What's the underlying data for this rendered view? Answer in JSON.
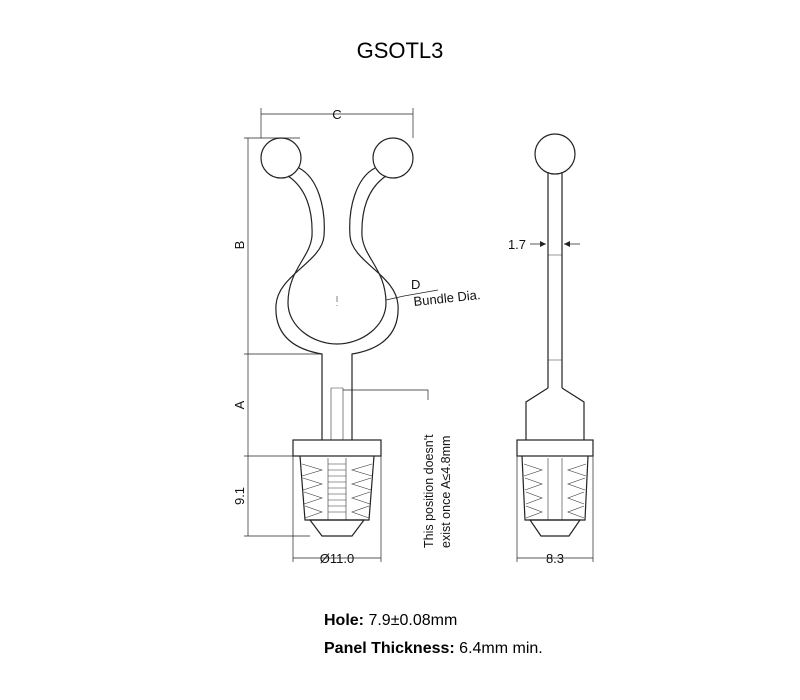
{
  "title": "GSOTL3",
  "dimensions": {
    "c": "C",
    "b": "B",
    "a": "A",
    "d": "D",
    "bundle": "Bundle Dia.",
    "height_91": "9.1",
    "dia_110": "Ø11.0",
    "thick_17": "1.7",
    "width_83": "8.3"
  },
  "note": {
    "line1": "This position doesn't",
    "line2": "exist once  A≤4.8mm"
  },
  "specs": {
    "hole_label": "Hole:",
    "hole_value": " 7.9±0.08mm",
    "panel_label": "Panel Thickness:",
    "panel_value": " 6.4mm min."
  }
}
